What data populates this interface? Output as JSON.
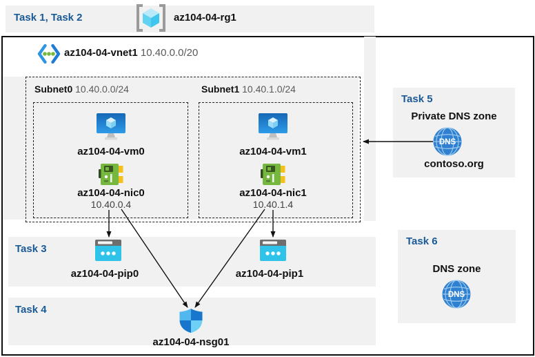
{
  "colors": {
    "band_bg": "#F1F1F1",
    "task_label": "#1A5A96",
    "outer_border": "#0d0d0d",
    "muted_text": "#595959",
    "ip_text": "#404040",
    "dns_icon_blue": "#2F80D0",
    "pip_cyan": "#2FC3EA",
    "nic_green": "#76B83F",
    "shield_light": "#53B7EF",
    "shield_dark": "#1877CC"
  },
  "header": {
    "tasks_label": "Task 1, Task 2",
    "resource_group": "az104-04-rg1"
  },
  "vnet": {
    "name": "az104-04-vnet1",
    "cidr": "10.40.0.0/20"
  },
  "subnets": [
    {
      "name": "Subnet0",
      "cidr": "10.40.0.0/24",
      "vm": "az104-04-vm0",
      "nic": "az104-04-nic0",
      "ip": "10.40.0.4"
    },
    {
      "name": "Subnet1",
      "cidr": "10.40.1.0/24",
      "vm": "az104-04-vm1",
      "nic": "az104-04-nic1",
      "ip": "10.40.1.4"
    }
  ],
  "task3": {
    "label": "Task 3",
    "pip0": "az104-04-pip0",
    "pip1": "az104-04-pip1"
  },
  "task4": {
    "label": "Task 4",
    "nsg": "az104-04-nsg01"
  },
  "task5": {
    "label": "Task 5",
    "title": "Private DNS zone",
    "zone": "contoso.org",
    "icon_text": "DNS"
  },
  "task6": {
    "label": "Task 6",
    "title": "DNS zone",
    "icon_text": "DNS"
  }
}
